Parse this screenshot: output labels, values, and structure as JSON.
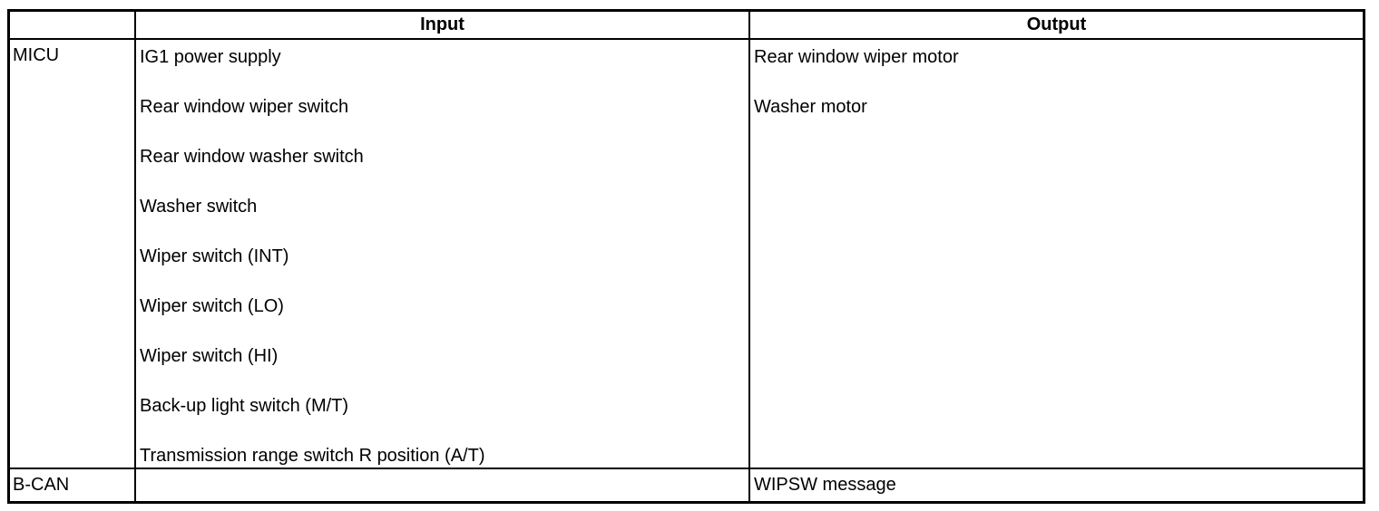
{
  "table": {
    "headers": {
      "device_col": "",
      "input_col": "Input",
      "output_col": "Output"
    },
    "rows": [
      {
        "label": "MICU",
        "inputs": [
          "IG1 power supply",
          "Rear window wiper switch",
          "Rear window washer switch",
          "Washer switch",
          "Wiper switch (INT)",
          "Wiper switch (LO)",
          "Wiper switch (HI)",
          "Back-up light switch (M/T)",
          "Transmission range switch R position (A/T)"
        ],
        "outputs": [
          "Rear window wiper motor",
          "Washer motor"
        ]
      },
      {
        "label": "B-CAN",
        "inputs": [],
        "outputs": [
          "WIPSW message"
        ]
      }
    ]
  },
  "colors": {
    "border": "#000000",
    "text": "#000000",
    "background": "#ffffff"
  }
}
